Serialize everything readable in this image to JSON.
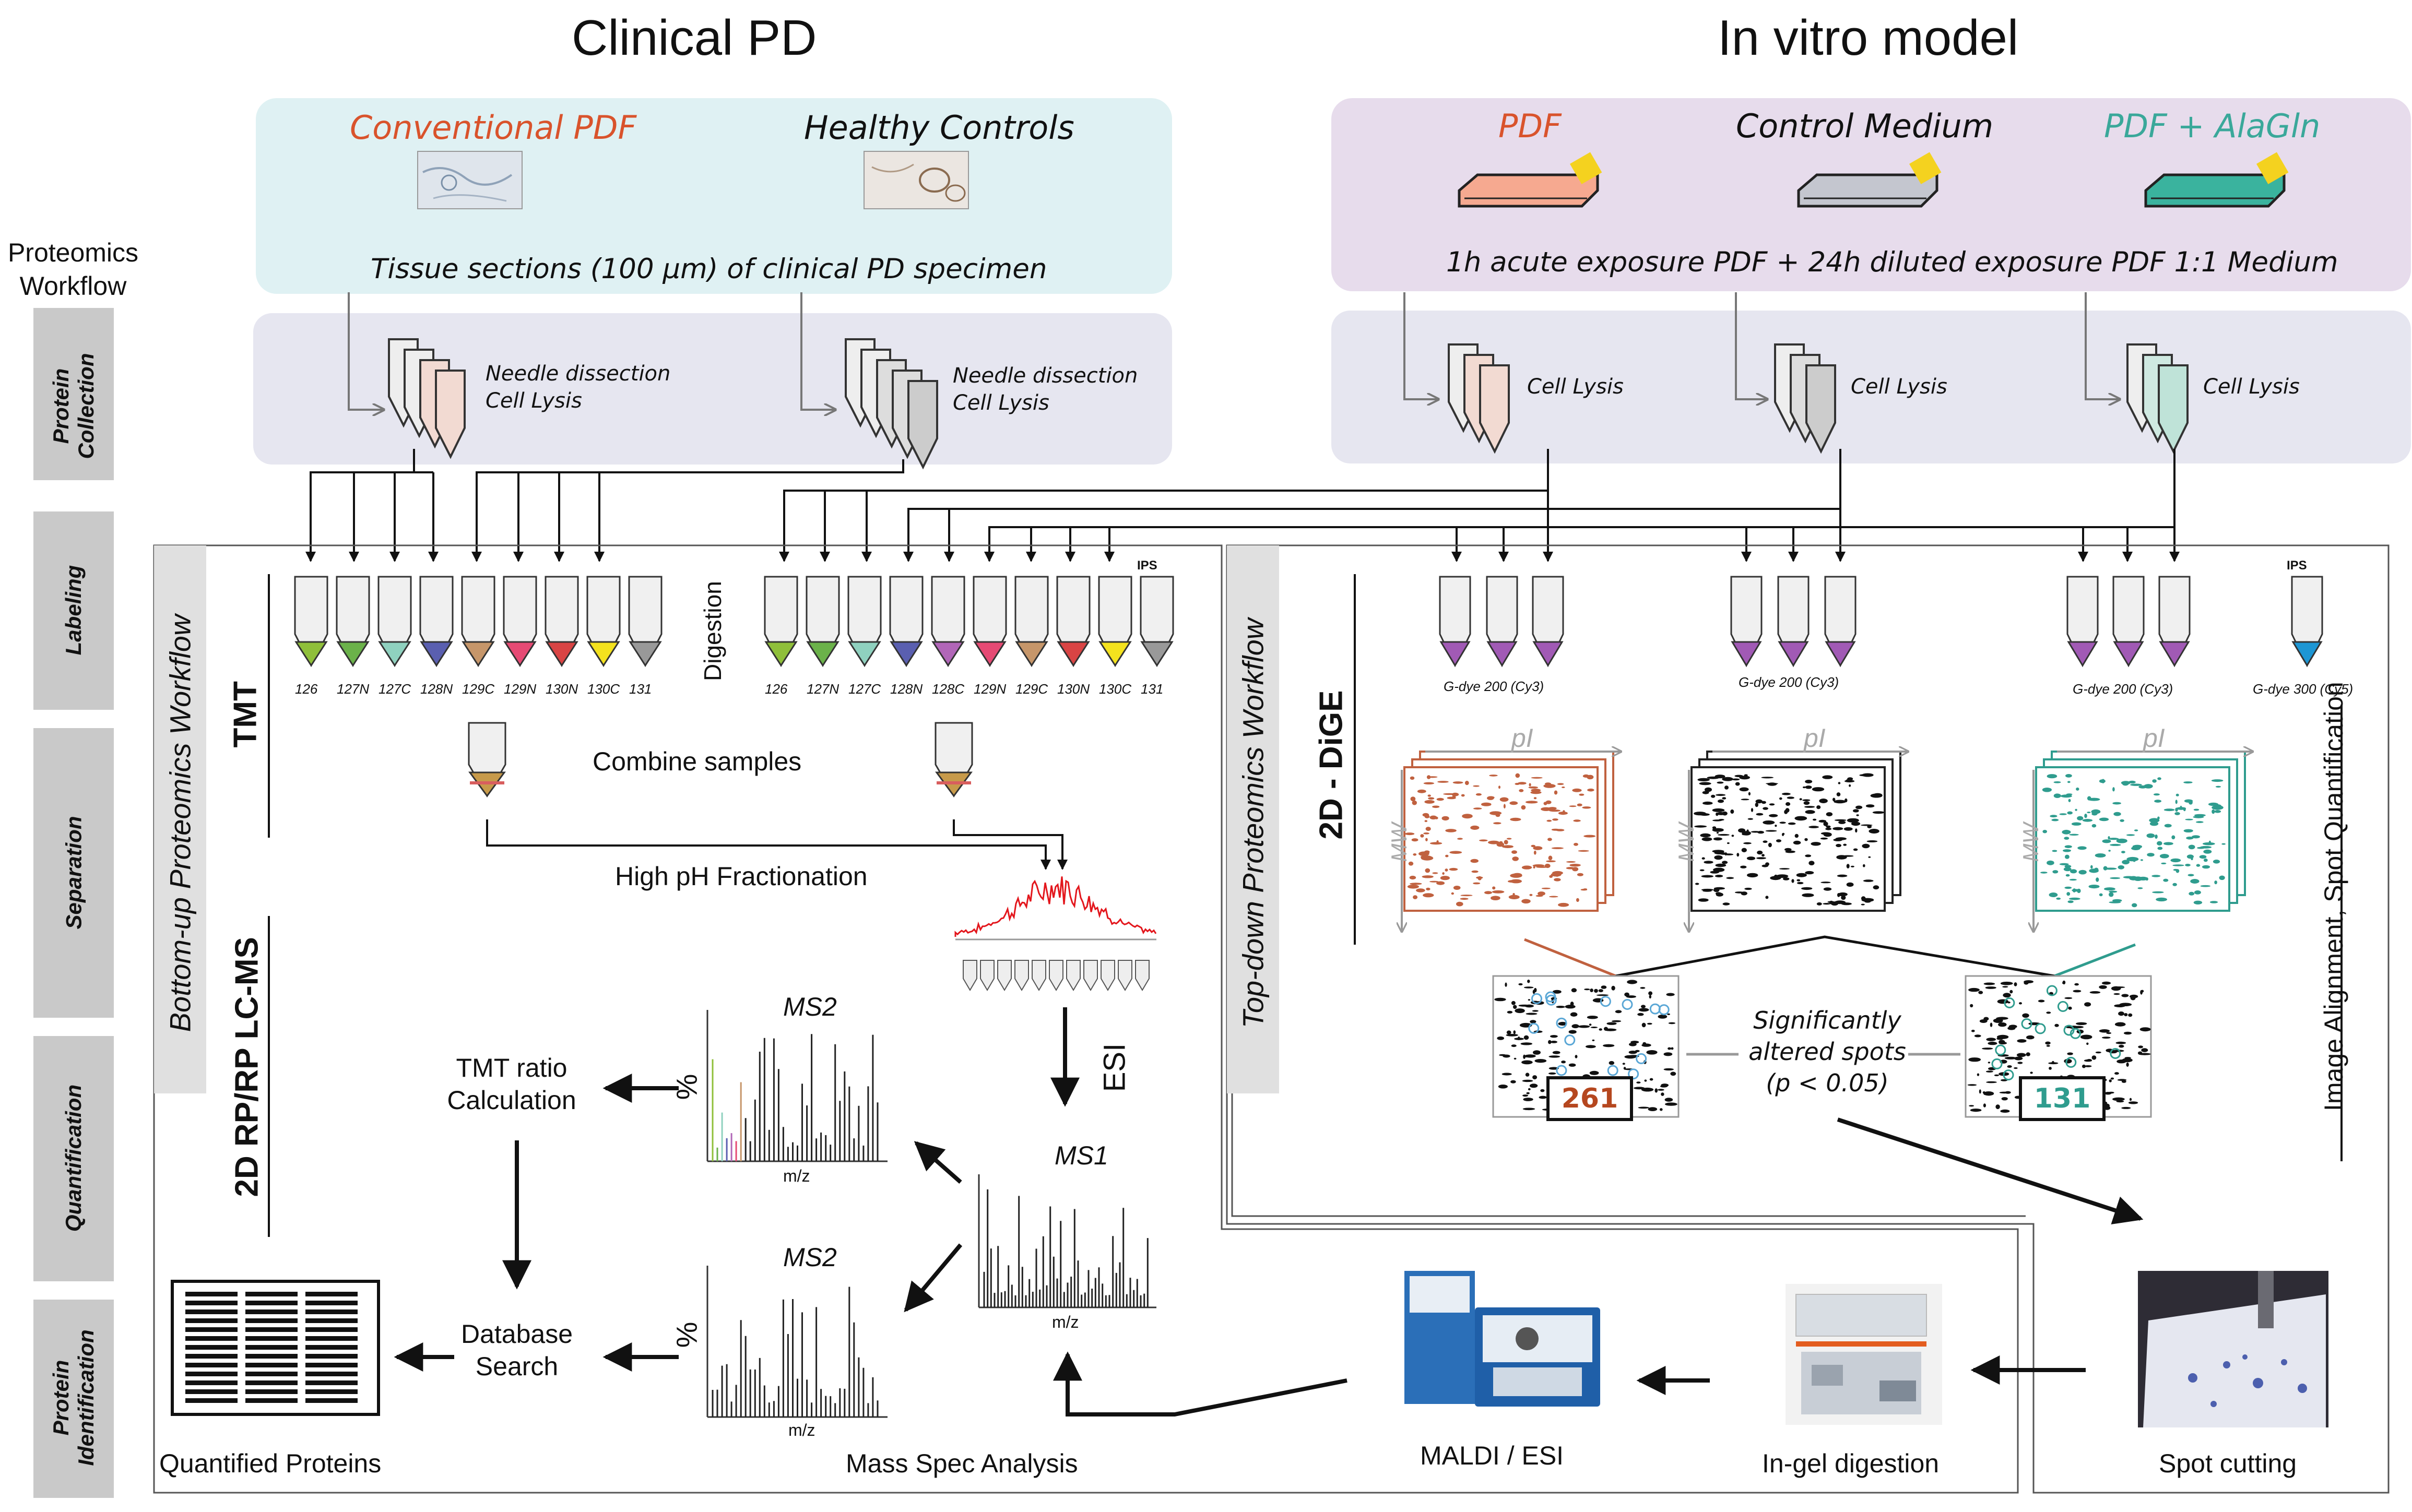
{
  "headers": {
    "left": "Clinical PD",
    "right": "In vitro model"
  },
  "left_panel": {
    "conventional_label": "Conventional PDF",
    "healthy_label": "Healthy Controls",
    "tissue_caption": "Tissue sections (100 µm) of clinical PD specimen",
    "needle_1_line1": "Needle dissection",
    "needle_1_line2": "Cell Lysis",
    "needle_2_line1": "Needle dissection",
    "needle_2_line2": "Cell Lysis"
  },
  "right_panel": {
    "pdf_label": "PDF",
    "control_label": "Control Medium",
    "alagln_label": "PDF + AlaGln",
    "exposure_caption": "1h acute exposure PDF + 24h diluted exposure PDF 1:1 Medium",
    "lysis_1": "Cell Lysis",
    "lysis_2": "Cell Lysis",
    "lysis_3": "Cell Lysis"
  },
  "sidebar": {
    "title_line1": "Proteomics",
    "title_line2": "Workflow",
    "steps": [
      {
        "line1": "Protein",
        "line2": "Collection"
      },
      {
        "line1": "Labeling",
        "line2": ""
      },
      {
        "line1": "Separation",
        "line2": ""
      },
      {
        "line1": "Quantification",
        "line2": ""
      },
      {
        "line1": "Protein",
        "line2": "Identification"
      }
    ]
  },
  "bottom_up": {
    "workflow_title": "Bottom-up Proteomics Workflow",
    "tmt": "TMT",
    "lcms": "2D RP/RP LC-MS",
    "digestion": "Digestion",
    "ips": "IPS",
    "tmt_labels_1": [
      "126",
      "127N",
      "127C",
      "128N",
      "129C",
      "129N",
      "130N",
      "130C",
      "131"
    ],
    "tmt_labels_2": [
      "126",
      "127N",
      "127C",
      "128N",
      "128C",
      "129N",
      "129C",
      "130N",
      "130C",
      "131"
    ],
    "combine": "Combine samples",
    "fractionation": "High pH Fractionation",
    "esi": "ESI",
    "ms1": "MS1",
    "ms2_top": "MS2",
    "ms2_bottom": "MS2",
    "mz": "m/z",
    "percent": "%",
    "tmt_ratio_1": "TMT ratio",
    "tmt_ratio_2": "Calculation",
    "db_1": "Database",
    "db_2": "Search",
    "quantified": "Quantified Proteins",
    "mass_spec": "Mass Spec Analysis"
  },
  "top_down": {
    "workflow_title": "Top-down Proteomics Workflow",
    "dige": "2D - DiGE",
    "gdye_1": "G-dye 200 (Cy3)",
    "gdye_2": "G-dye 200 (Cy3)",
    "gdye_3": "G-dye 200 (Cy3)",
    "gdye_4": "G-dye 300 (Cy5)",
    "ips": "IPS",
    "pi": "pI",
    "mw": "MW",
    "significant_1": "Significantly",
    "significant_2": "altered spots",
    "significant_3": "(p < 0.05)",
    "count_left": "261",
    "count_right": "131",
    "image_alignment": "Image Alignment, Spot Quantification",
    "spot_cutting": "Spot cutting",
    "in_gel": "In-gel digestion",
    "maldi": "MALDI / ESI"
  },
  "colors": {
    "cyan_panel": "#dff1f3",
    "lavender_panel": "#e7dcec",
    "collection_panel": "#e6e6f0",
    "sidebar_gray": "#c8c8c8",
    "conventional": "#d9532c",
    "pdf_salmon": "#d9532c",
    "alagln_teal": "#3aa89a",
    "red_gel": "#c0613f",
    "teal_gel": "#2f9c8e"
  }
}
